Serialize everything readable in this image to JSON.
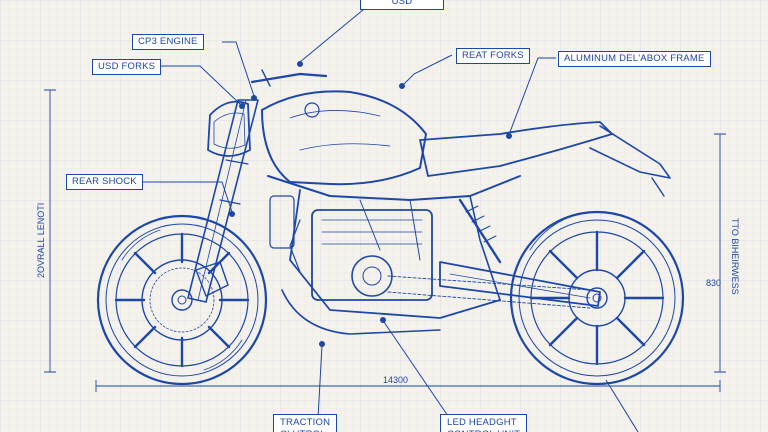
{
  "labels": {
    "top_cut": "USD",
    "cp3_engine": "CP3 ENGINE",
    "usd_forks": "USD FORKS",
    "rear_forks": "REAT FORKS",
    "frame": "ALUMINUM DEL'ABOX FRAME",
    "rear_shock": "REAR SHOCK",
    "traction": "TRACTION\nCLUTROL",
    "led": "LED HEADGHT\nCONTROL UNIT"
  },
  "dimensions": {
    "overall_length": "2OVRALL LENOTI",
    "wheelbase": "14300",
    "height_label": "TTO BIHEIRWESS",
    "height_value": "830"
  },
  "colors": {
    "ink": "#1d47a8",
    "paper": "#f4f2ea",
    "grid": "#d9dceb"
  }
}
